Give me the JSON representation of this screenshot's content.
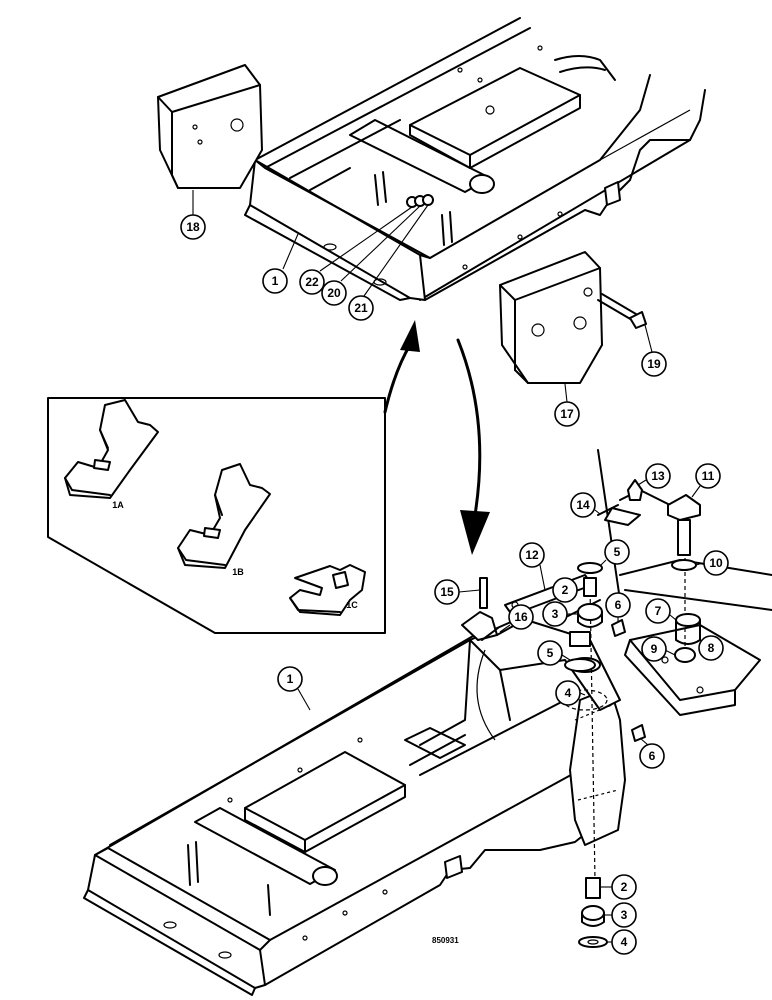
{
  "drawing_number": "850931",
  "callouts": {
    "top_1": "1",
    "top_17": "17",
    "top_18": "18",
    "top_19": "19",
    "top_20": "20",
    "top_21": "21",
    "top_22": "22",
    "b_1": "1",
    "b_2a": "2",
    "b_2b": "2",
    "b_3a": "3",
    "b_3b": "3",
    "b_4a": "4",
    "b_4b": "4",
    "b_5a": "5",
    "b_5b": "5",
    "b_6a": "6",
    "b_6b": "6",
    "b_7": "7",
    "b_8": "8",
    "b_9": "9",
    "b_10": "10",
    "b_11": "11",
    "b_12": "12",
    "b_13": "13",
    "b_14": "14",
    "b_15": "15",
    "b_16": "16"
  },
  "inset": {
    "variant_a": "1A",
    "variant_b": "1B",
    "variant_c": "1C"
  }
}
